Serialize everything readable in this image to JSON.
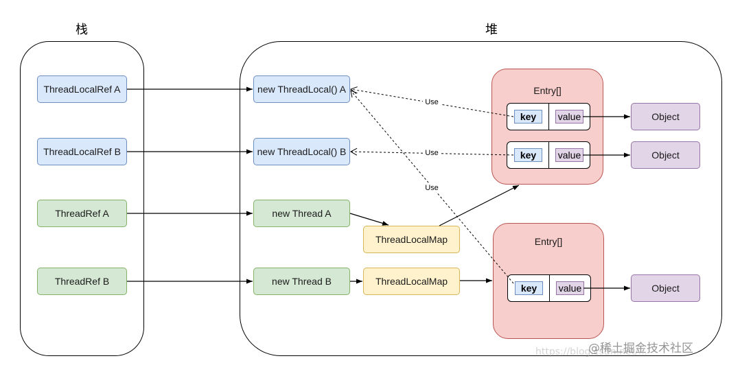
{
  "regions": {
    "stack_title": "栈",
    "heap_title": "堆"
  },
  "stack": {
    "tl_ref_a": "ThreadLocalRef A",
    "tl_ref_b": "ThreadLocalRef B",
    "thread_ref_a": "ThreadRef A",
    "thread_ref_b": "ThreadRef B"
  },
  "heap": {
    "new_tl_a": "new ThreadLocal() A",
    "new_tl_b": "new ThreadLocal() B",
    "new_thread_a": "new Thread A",
    "new_thread_b": "new Thread B",
    "map_a": "ThreadLocalMap",
    "map_b": "ThreadLocalMap",
    "entry_a_title": "Entry[]",
    "entry_b_title": "Entry[]",
    "key_label": "key",
    "value_label": "value",
    "object_label": "Object",
    "use_label": "Use"
  },
  "watermark": {
    "text": "@稀土掘金技术社区",
    "url": "https://blog.csdn.net/..."
  },
  "colors": {
    "blue_fill": "#dae8fc",
    "green_fill": "#d5e8d4",
    "yellow_fill": "#fff2cc",
    "purple_fill": "#e1d5e7",
    "entry_fill": "#f8cecc"
  }
}
